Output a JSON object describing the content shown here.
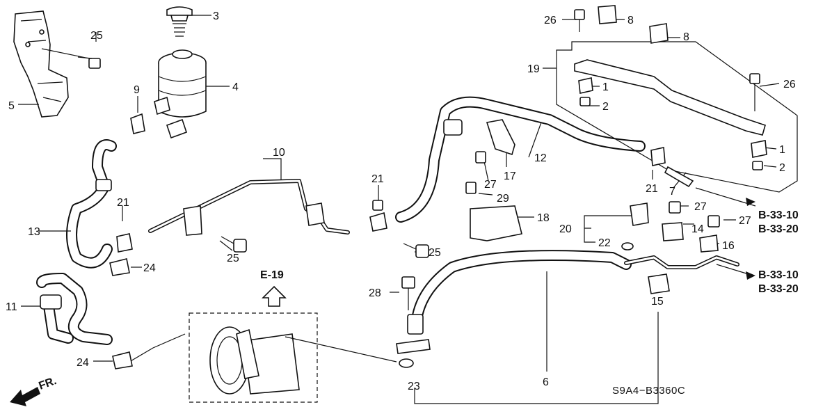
{
  "diagram": {
    "labels": {
      "p1a": "1",
      "p1b": "1",
      "p2a": "2",
      "p2b": "2",
      "p3": "3",
      "p4": "4",
      "p5": "5",
      "p6": "6",
      "p7": "7",
      "p8a": "8",
      "p8b": "8",
      "p9": "9",
      "p10": "10",
      "p11": "11",
      "p12": "12",
      "p13": "13",
      "p14": "14",
      "p15": "15",
      "p16": "16",
      "p17": "17",
      "p18": "18",
      "p19": "19",
      "p20": "20",
      "p21a": "21",
      "p21b": "21",
      "p21c": "21",
      "p22": "22",
      "p23": "23",
      "p24a": "24",
      "p24b": "24",
      "p25a": "25",
      "p25b": "25",
      "p25c": "25",
      "p26a": "26",
      "p26b": "26",
      "p27a": "27",
      "p27b": "27",
      "p27c": "27",
      "p28": "28",
      "p29": "29"
    },
    "refs": {
      "e19": "E-19",
      "b3310a": "B-33-10",
      "b3320a": "B-33-20",
      "b3310b": "B-33-10",
      "b3320b": "B-33-20"
    },
    "front_label": "FR.",
    "drawing_code": "S9A4−B3360C"
  }
}
